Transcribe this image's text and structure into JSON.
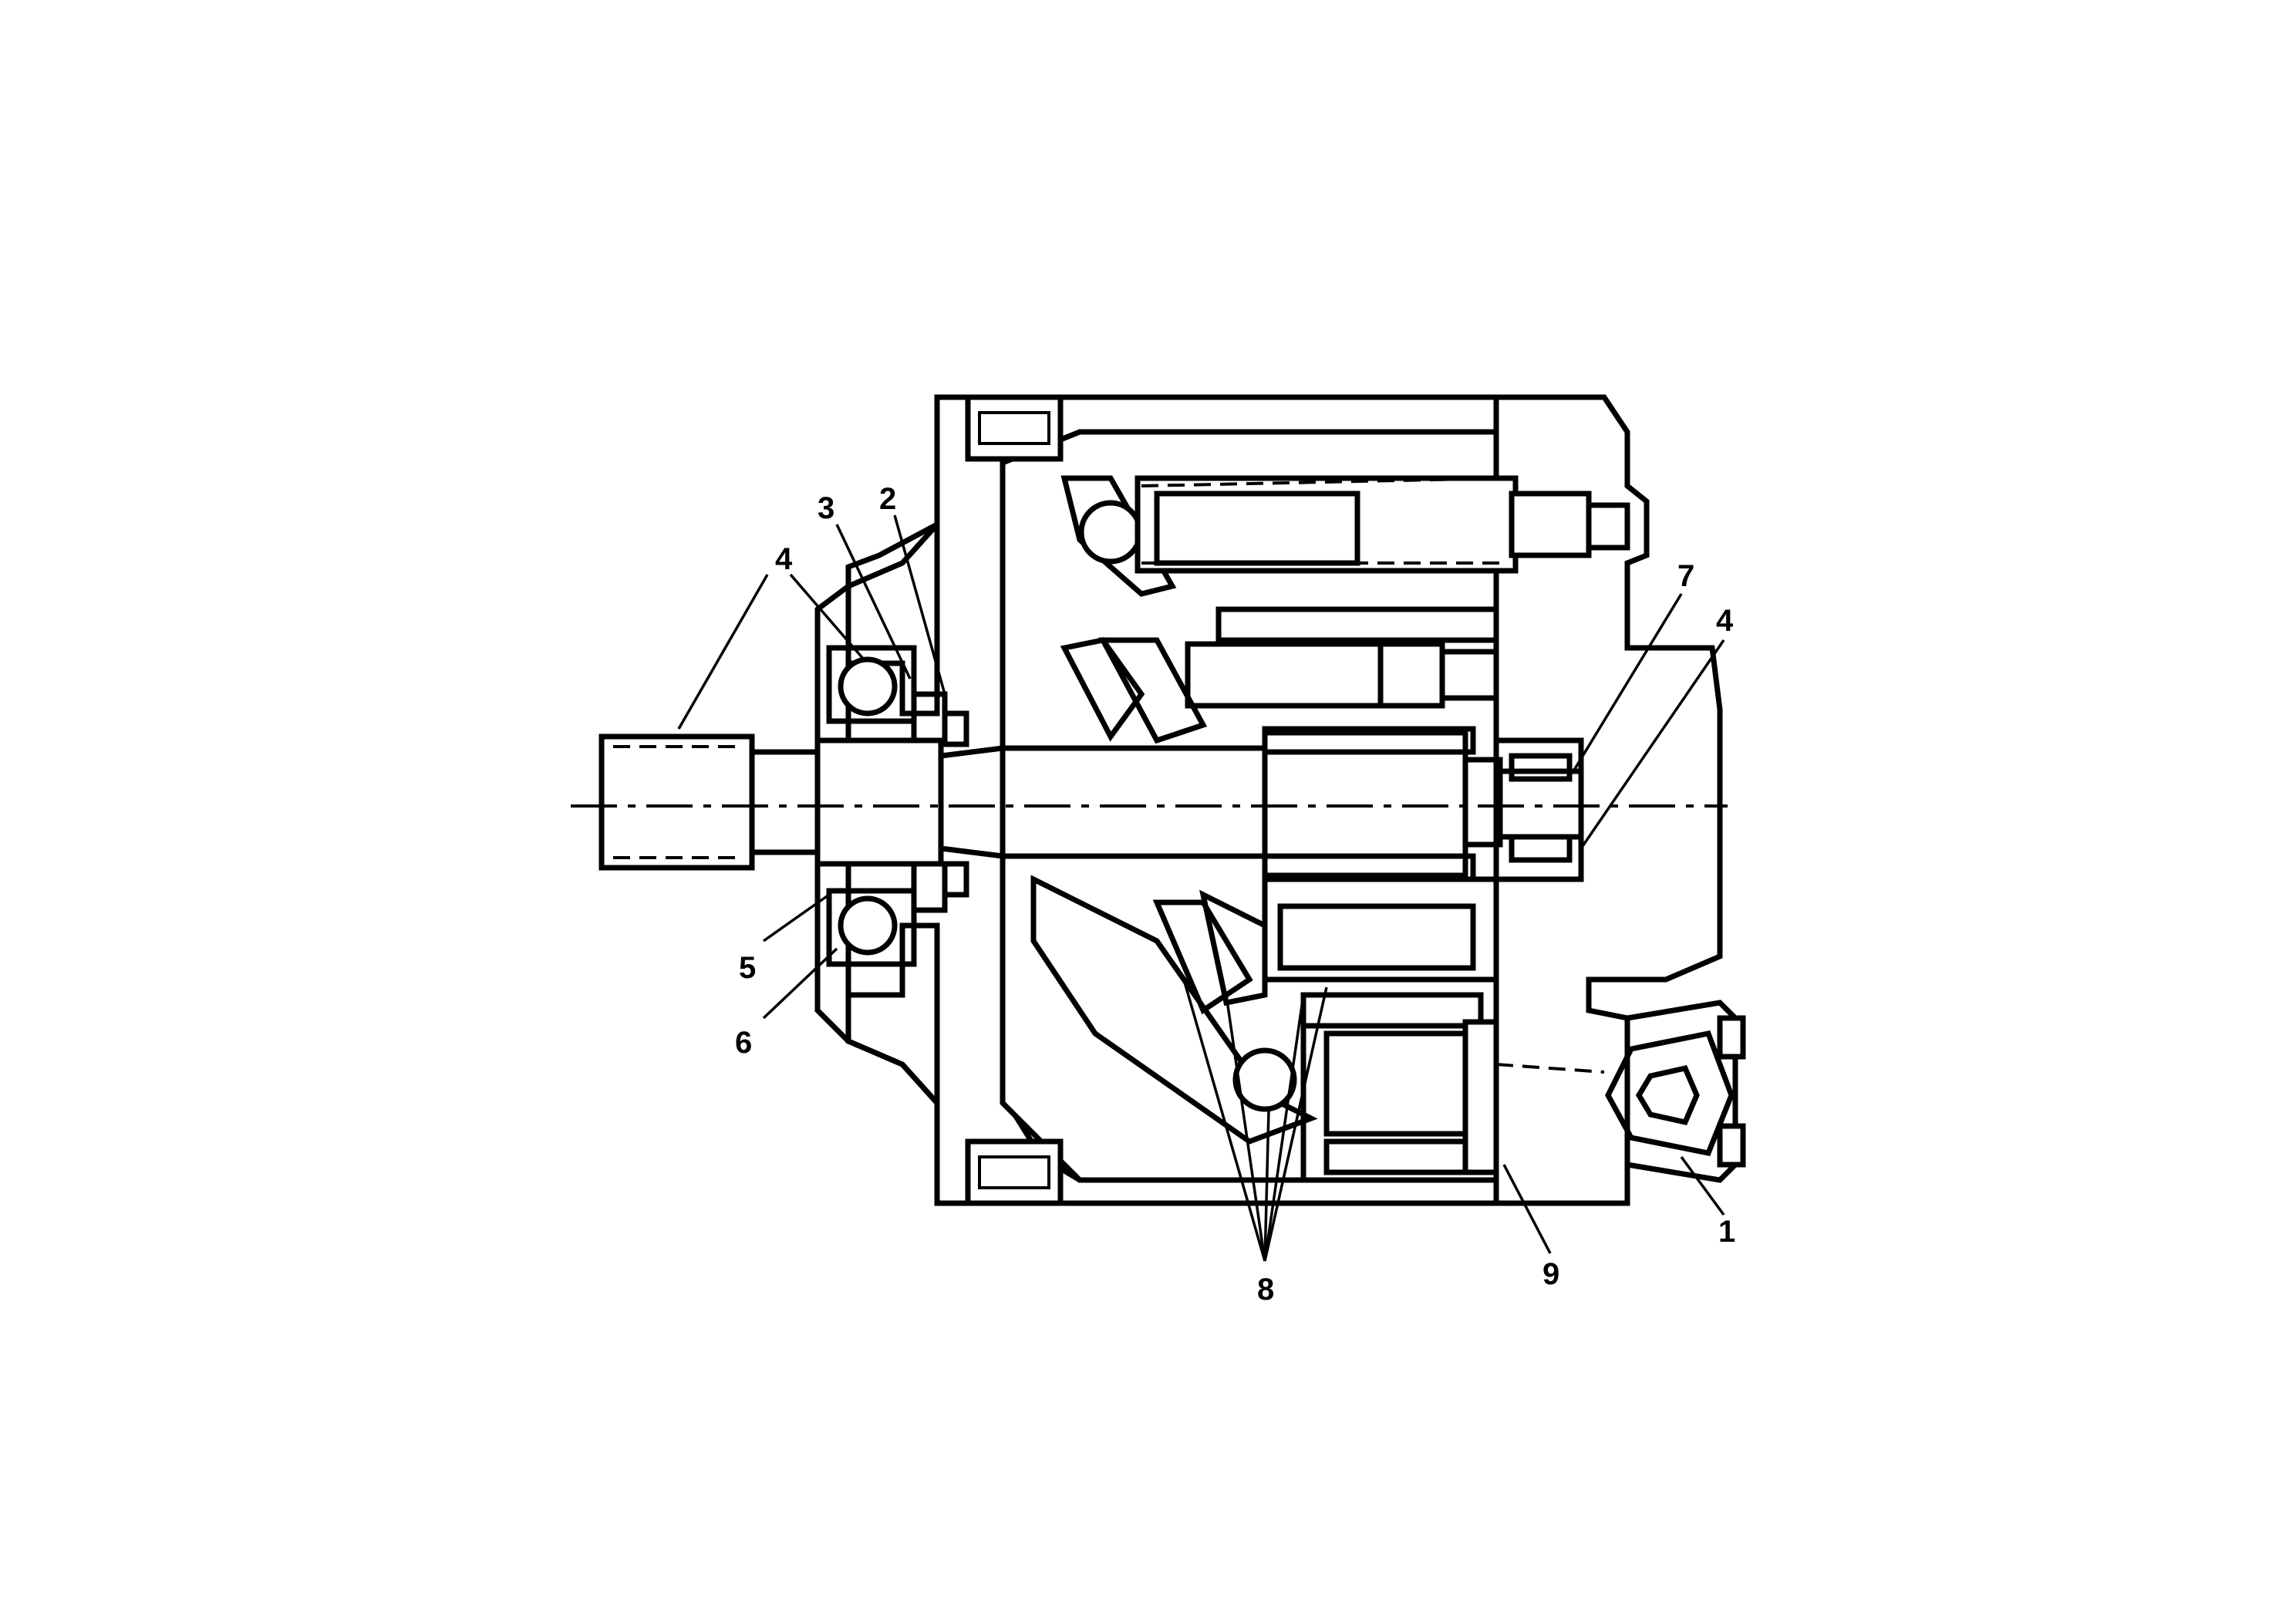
{
  "callouts": [
    {
      "id": "c1",
      "label": "1"
    },
    {
      "id": "c2",
      "label": "2"
    },
    {
      "id": "c3",
      "label": "3"
    },
    {
      "id": "c4a",
      "label": "4"
    },
    {
      "id": "c4b",
      "label": "4"
    },
    {
      "id": "c5",
      "label": "5"
    },
    {
      "id": "c6",
      "label": "6"
    },
    {
      "id": "c7",
      "label": "7"
    },
    {
      "id": "c8",
      "label": "8"
    },
    {
      "id": "c9",
      "label": "9"
    }
  ]
}
